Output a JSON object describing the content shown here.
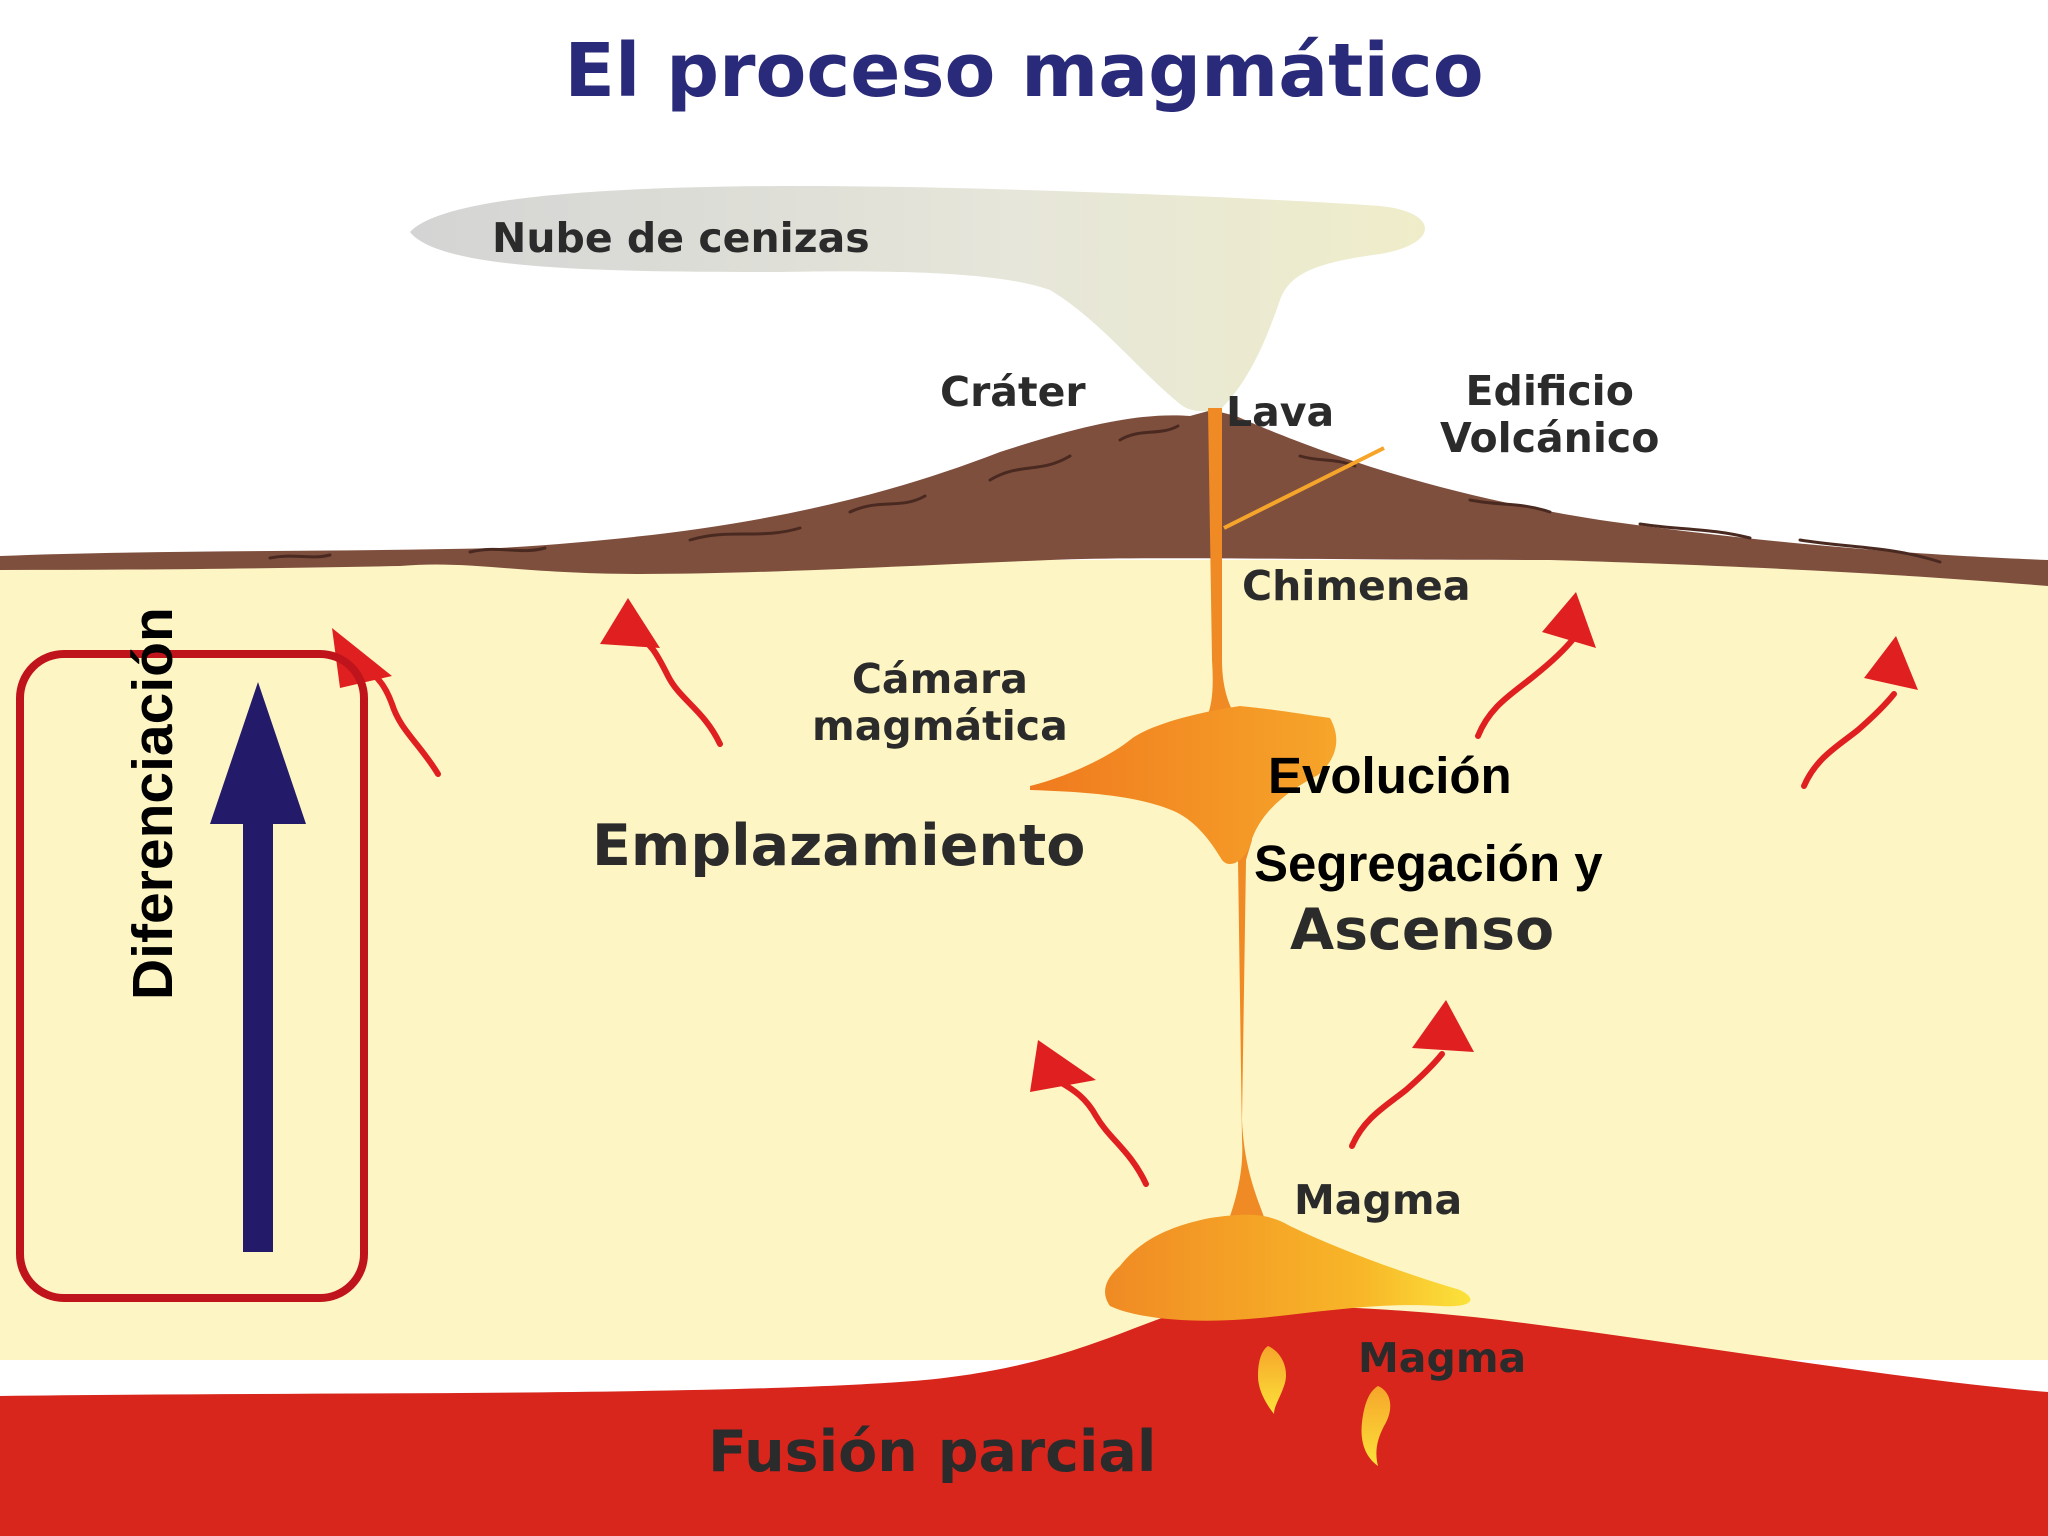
{
  "title": "El proceso magmático",
  "labels": {
    "ash_cloud": "Nube de cenizas",
    "crater": "Cráter",
    "lava": "Lava",
    "volcanic_edifice_line1": "Edificio",
    "volcanic_edifice_line2": "Volcánico",
    "chimney": "Chimenea",
    "magma_chamber_line1": "Cámara",
    "magma_chamber_line2": "magmática",
    "emplacement": "Emplazamiento",
    "evolution": "Evolución",
    "segregation": "Segregación y",
    "ascent": "Ascenso",
    "magma_upper": "Magma",
    "magma_lower": "Magma",
    "partial_melting": "Fusión parcial",
    "differentiation": "Diferenciación"
  },
  "colors": {
    "title": "#2a2a7a",
    "crust": "#fdf6c4",
    "mantle": "#d8261c",
    "edifice": "#7f4f3e",
    "magma": "#f08a24",
    "ash": "#d6d6d6",
    "arrows": "#e02020",
    "differentiation_arrow": "#241a6a",
    "highlight_box": "#c0141c"
  }
}
